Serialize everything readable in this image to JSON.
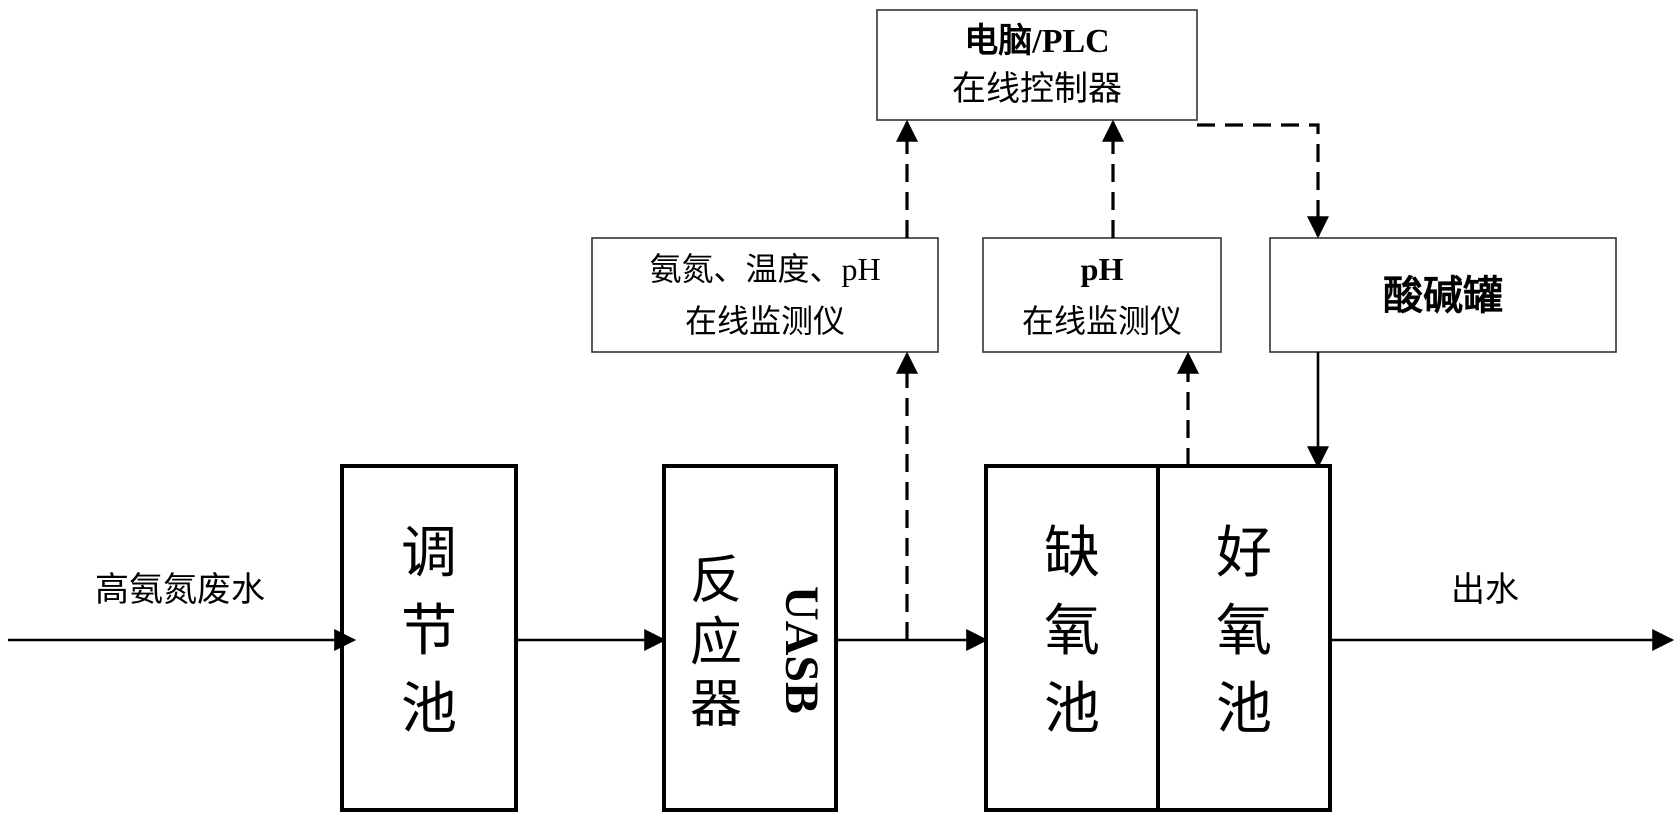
{
  "nodes": {
    "controller": {
      "line1": "电脑/PLC",
      "line2": "在线控制器"
    },
    "monitor_uasb": {
      "line1": "氨氮、温度、pH",
      "line2": "在线监测仪"
    },
    "monitor_ph": {
      "line1": "pH",
      "line2": "在线监测仪"
    },
    "acid_base_tank": {
      "label": "酸碱罐"
    },
    "regulating_tank": {
      "chars": [
        "调",
        "节",
        "池"
      ]
    },
    "uasb_reactor": {
      "latin": "UASB",
      "chars": [
        "反",
        "应",
        "器"
      ]
    },
    "anoxic_tank": {
      "chars": [
        "缺",
        "氧",
        "池"
      ]
    },
    "aerobic_tank": {
      "chars": [
        "好",
        "氧",
        "池"
      ]
    }
  },
  "flow_labels": {
    "influent": "高氨氮废水",
    "effluent": "出水"
  },
  "colors": {
    "stroke": "#000000",
    "thin_box": "#333333",
    "background": "#ffffff"
  }
}
